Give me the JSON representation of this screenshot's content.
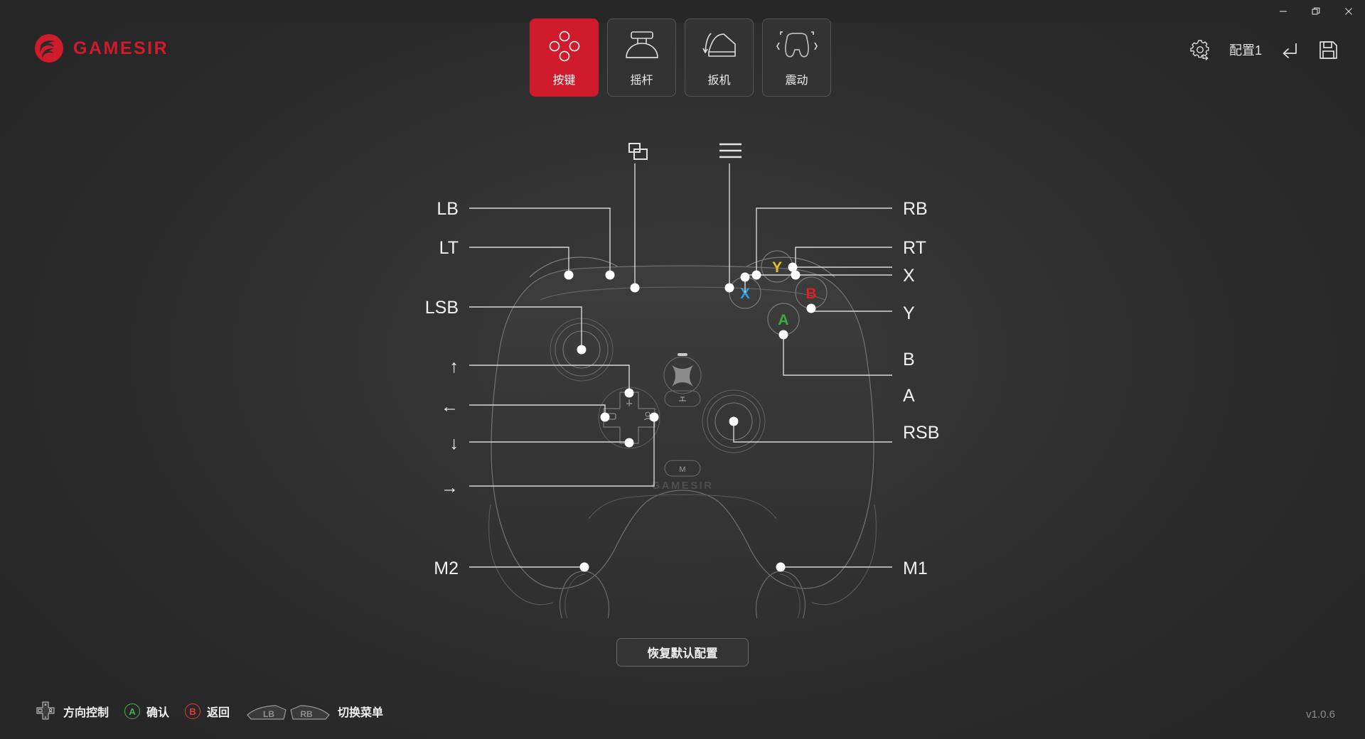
{
  "window": {
    "minimize_label": "—",
    "restore_label": "❐",
    "close_label": "✕"
  },
  "brand": {
    "name": "GAMESIR",
    "accent_color": "#cf1b2b"
  },
  "tabs": [
    {
      "label": "按键",
      "icon": "buttons-icon",
      "active": true
    },
    {
      "label": "摇杆",
      "icon": "joystick-icon",
      "active": false
    },
    {
      "label": "扳机",
      "icon": "trigger-icon",
      "active": false
    },
    {
      "label": "震动",
      "icon": "vibration-icon",
      "active": false
    }
  ],
  "toolbar": {
    "settings_icon": "gear-icon",
    "profile_name": "配置1",
    "undo_icon": "undo-icon",
    "save_icon": "save-icon"
  },
  "controller": {
    "brand_text": "GAMESIR",
    "mode_button": "M",
    "face_buttons": [
      {
        "name": "Y",
        "color": "#e8c020"
      },
      {
        "name": "X",
        "color": "#2e9fe0"
      },
      {
        "name": "B",
        "color": "#e02020"
      },
      {
        "name": "A",
        "color": "#3aae3a"
      }
    ],
    "top_icons": [
      {
        "name": "view-icon"
      },
      {
        "name": "menu-icon"
      }
    ],
    "left_labels": [
      "LB",
      "LT",
      "LSB",
      "↑",
      "←",
      "↓",
      "→"
    ],
    "right_labels": [
      "RB",
      "RT",
      "X",
      "Y",
      "B",
      "A",
      "RSB"
    ],
    "paddle_left": "M2",
    "paddle_right": "M1"
  },
  "reset": {
    "label": "恢复默认配置"
  },
  "footer": {
    "hints": [
      {
        "key": "dpad",
        "label": "方向控制"
      },
      {
        "key": "A",
        "label": "确认"
      },
      {
        "key": "B",
        "label": "返回"
      },
      {
        "key": "LB/RB",
        "label": "切换菜单"
      }
    ],
    "bumper_left": "LB",
    "bumper_right": "RB",
    "version": "v1.0.6"
  }
}
